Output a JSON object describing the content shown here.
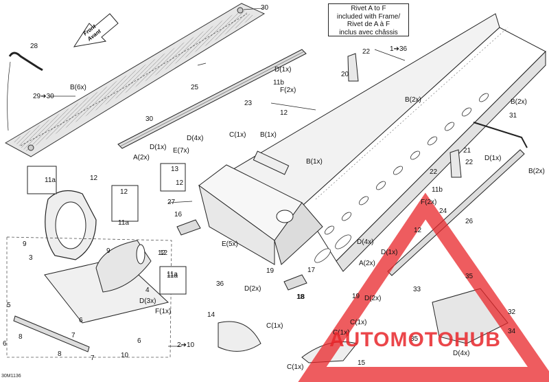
{
  "note": {
    "lines": [
      "Rivet A to F",
      "included with Frame/",
      "Rivet de A à F",
      "inclus avec châssis"
    ]
  },
  "front_label": {
    "line1": "Front",
    "line2": "Avant"
  },
  "callouts": [
    "30",
    "28",
    "B(6x)",
    "29➔30",
    "30",
    "25",
    "D(1x)",
    "D(1x)",
    "A(2x)",
    "1➔36",
    "22",
    "20",
    "11b",
    "F(2x)",
    "23",
    "12",
    "B(2x)",
    "D(4x)",
    "C(1x)",
    "B(1x)",
    "E(7x)",
    "B(1x)",
    "13",
    "12",
    "11a",
    "12",
    "12",
    "11a",
    "27",
    "16",
    "E(5x)",
    "12",
    "11a",
    "9",
    "3",
    "9",
    "12",
    "11a",
    "36",
    "4",
    "D(3x)",
    "F(1x)",
    "5",
    "6",
    "6",
    "8",
    "7",
    "10",
    "7",
    "8",
    "6",
    "2➔10",
    "B(2x)",
    "31",
    "21",
    "22",
    "22",
    "D(1x)",
    "B(2x)",
    "11b",
    "F(2x)",
    "24",
    "26",
    "12",
    "D(4x)",
    "D(1x)",
    "A(2x)",
    "19",
    "D(2x)",
    "17",
    "18",
    "19",
    "D(2x)",
    "18",
    "14",
    "C(1x)",
    "C(1x)",
    "C(1x)",
    "15",
    "C(1x)",
    "35",
    "33",
    "32",
    "34",
    "35",
    "D(4x)"
  ],
  "watermark": {
    "brand": "AUTOMOTOHUB",
    "color": "#e8262a"
  },
  "diagram_code": "30M1136"
}
